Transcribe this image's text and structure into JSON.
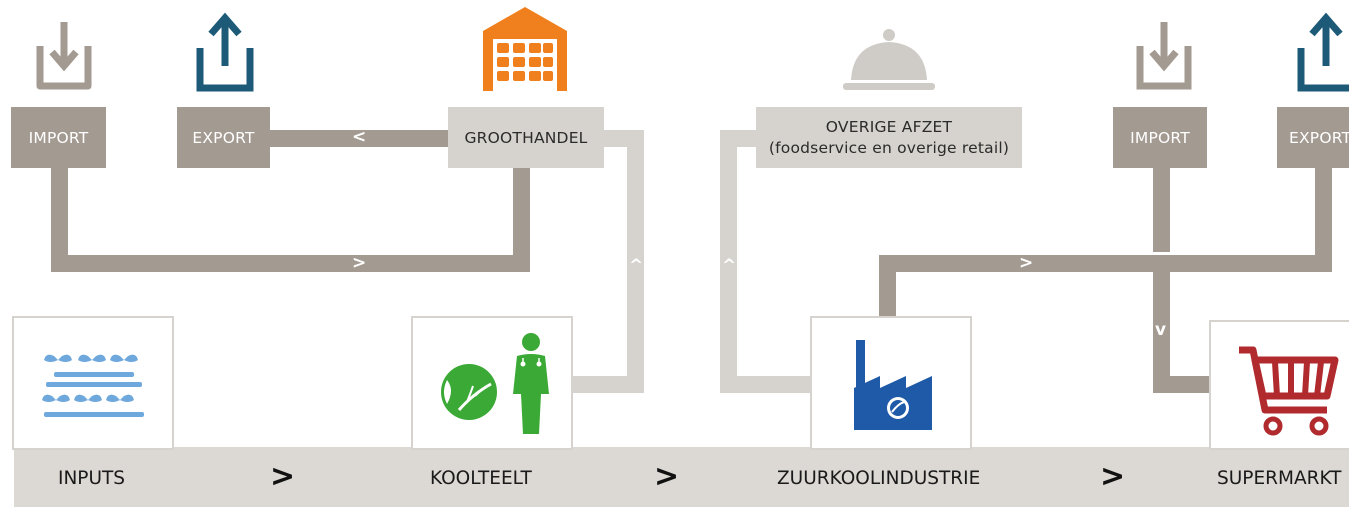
{
  "colors": {
    "dark_connector": "#a39a92",
    "light_connector": "#d6d3ce",
    "import_icon": "#a39a92",
    "export_icon": "#1d5a78",
    "warehouse_icon": "#f07f1e",
    "cloche_icon": "#cfcbc6",
    "inputs_icon": "#6fa8dc",
    "farmer_icon": "#3aa935",
    "factory_icon": "#1e5aa8",
    "cart_icon": "#b02a2e"
  },
  "boxes": {
    "import_left": "IMPORT",
    "export_left": "EXPORT",
    "groothandel": "GROOTHANDEL",
    "overige_line1": "OVERIGE AFZET",
    "overige_line2": "(foodservice en overige retail)",
    "import_right": "IMPORT",
    "export_right": "EXPORT"
  },
  "arrows": {
    "to_export": "<",
    "to_kool": ">",
    "up_groot": "^",
    "up_overige": "^",
    "to_export_right": ">",
    "down_super": "v"
  },
  "stages": {
    "items": [
      "INPUTS",
      "KOOLTEELT",
      "ZUURKOOLINDUSTRIE",
      "SUPERMARKT"
    ],
    "separator": ">"
  },
  "icons": [
    "import-icon",
    "export-icon",
    "warehouse-icon",
    "cloche-icon",
    "import-icon",
    "export-icon",
    "seedlings-icon",
    "cabbage-icon",
    "farmer-icon",
    "factory-icon",
    "shopping-cart-icon"
  ]
}
